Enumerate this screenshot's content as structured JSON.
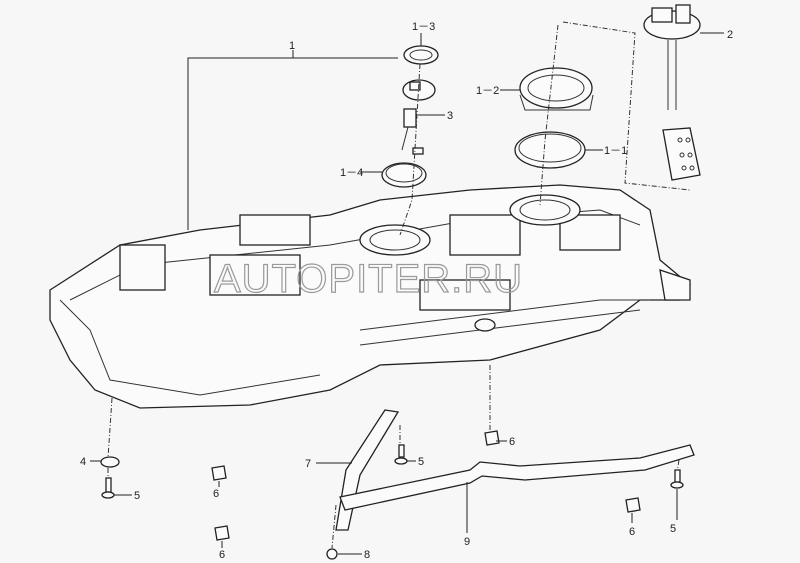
{
  "diagram": {
    "watermark": "AUTOPITER.RU",
    "labels": {
      "tank": "1",
      "seal": "1－1",
      "ring_large": "1－2",
      "ring_small": "1－3",
      "seal_small": "1－4",
      "pump": "2",
      "sender": "3",
      "washer": "4",
      "bolt_a": "5",
      "bolt_b": "5",
      "bolt_c": "5",
      "clip_a": "6",
      "clip_b": "6",
      "clip_c": "6",
      "clip_d": "6",
      "strap_short": "7",
      "nut": "8",
      "strap_long": "9"
    }
  }
}
